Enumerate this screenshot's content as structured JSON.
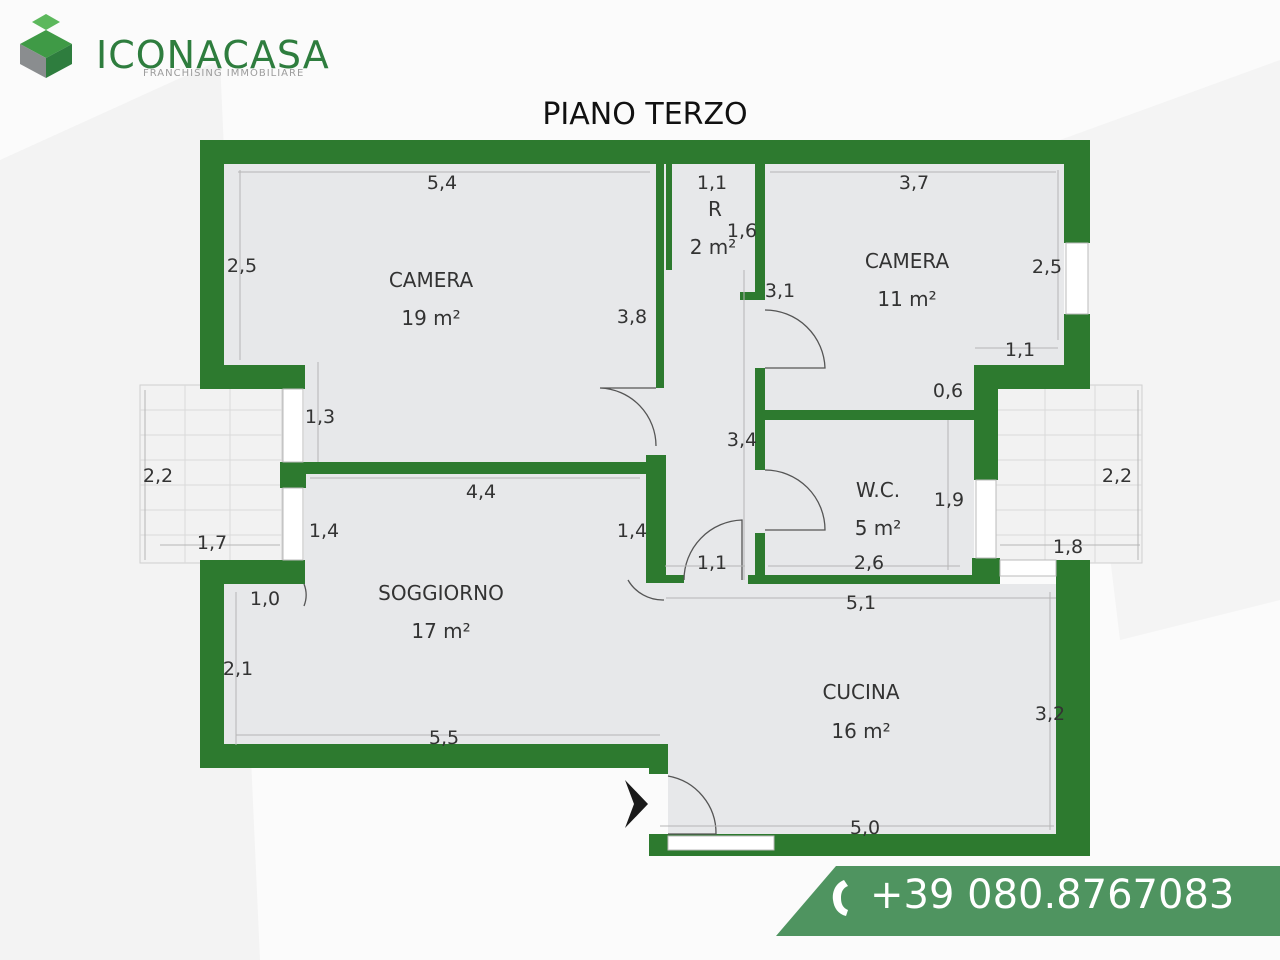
{
  "brand": {
    "name": "ICONACASA",
    "tagline": "FRANCHISING IMMOBILIARE",
    "colors": {
      "primary": "#2e7d3e",
      "wall": "#2d7a2f",
      "floor": "#e7e8ea",
      "banner": "#4f9460"
    }
  },
  "plan": {
    "title": "PIANO TERZO",
    "rooms": [
      {
        "name": "CAMERA",
        "area": "19 m²"
      },
      {
        "name": "R",
        "area": "2 m²"
      },
      {
        "name": "CAMERA",
        "area": "11 m²"
      },
      {
        "name": "W.C.",
        "area": "5 m²"
      },
      {
        "name": "SOGGIORNO",
        "area": "17 m²"
      },
      {
        "name": "CUCINA",
        "area": "16 m²"
      }
    ],
    "dimensions": [
      "5,4",
      "1,1",
      "1,6",
      "3,7",
      "2,5",
      "3,8",
      "3,1",
      "2,5",
      "1,1",
      "0,6",
      "1,3",
      "3,4",
      "2,2",
      "4,4",
      "1,4",
      "1,4",
      "1,9",
      "2,2",
      "1,7",
      "1,1",
      "2,6",
      "1,8",
      "1,0",
      "5,1",
      "2,1",
      "3,2",
      "5,5",
      "5,0"
    ]
  },
  "contact": {
    "phone": "+39 080.8767083",
    "phone_icon": "phone-icon"
  }
}
